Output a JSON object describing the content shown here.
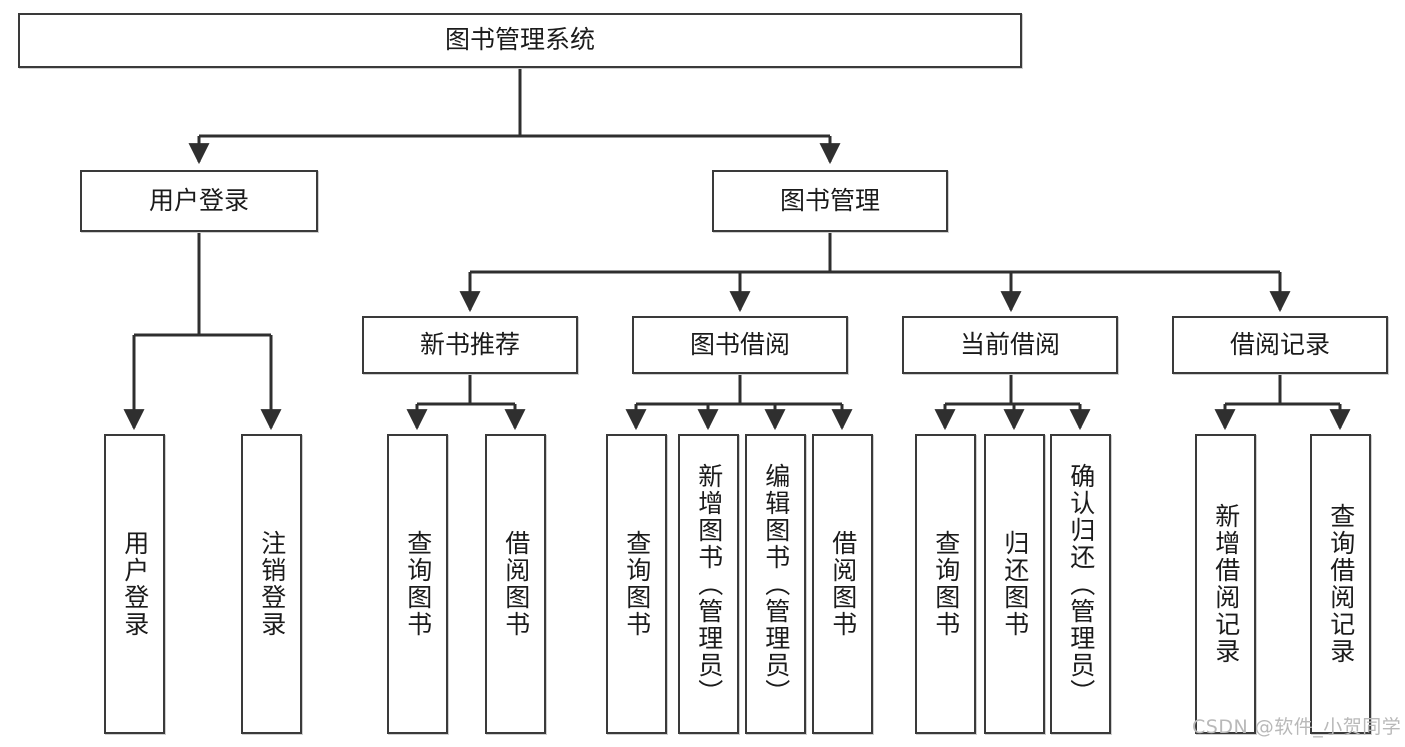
{
  "diagram": {
    "type": "hierarchy-tree",
    "title": "图书管理系统",
    "root": {
      "label": "图书管理系统"
    },
    "level2": [
      {
        "label": "用户登录"
      },
      {
        "label": "图书管理"
      }
    ],
    "level3": [
      {
        "label": "新书推荐"
      },
      {
        "label": "图书借阅"
      },
      {
        "label": "当前借阅"
      },
      {
        "label": "借阅记录"
      }
    ],
    "leaves": {
      "user_login": [
        {
          "label": "用户登录"
        },
        {
          "label": "注销登录"
        }
      ],
      "new_book_recommend": [
        {
          "label": "查询图书"
        },
        {
          "label": "借阅图书"
        }
      ],
      "book_borrow": [
        {
          "label": "查询图书"
        },
        {
          "label": "新增图书（管理员）"
        },
        {
          "label": "编辑图书（管理员）"
        },
        {
          "label": "借阅图书"
        }
      ],
      "current_borrow": [
        {
          "label": "查询图书"
        },
        {
          "label": "归还图书"
        },
        {
          "label": "确认归还（管理员）"
        }
      ],
      "borrow_record": [
        {
          "label": "新增借阅记录"
        },
        {
          "label": "查询借阅记录"
        }
      ]
    }
  },
  "watermark": {
    "text": "CSDN @软件_小贺同学"
  },
  "colors": {
    "box_border": "#3a3a3a",
    "box_fill": "#ffffff",
    "line": "#2f2f2f",
    "text": "#1b1b1b",
    "watermark": "#b9b9b9"
  }
}
